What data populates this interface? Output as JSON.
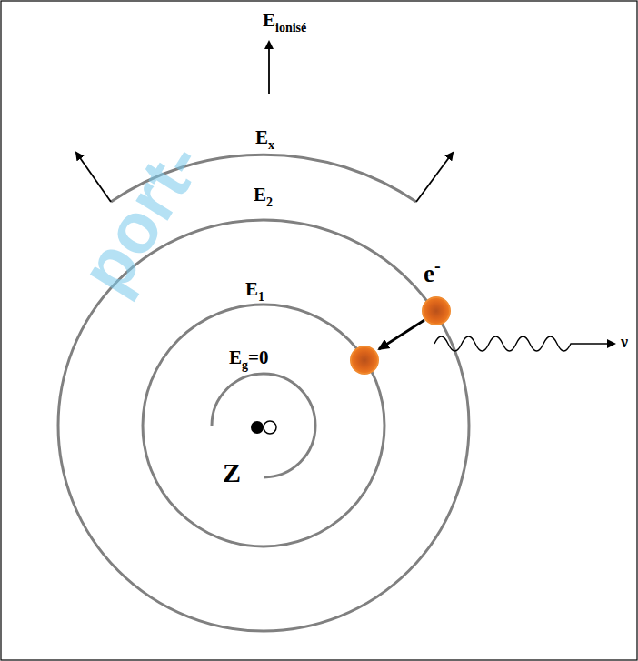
{
  "diagram": {
    "labels": [
      "port-",
      "E",
      "ionisé",
      "E",
      "x",
      "E",
      "2",
      "E",
      "1",
      "E",
      "g",
      "=0",
      "e",
      "-",
      "Z",
      "ν"
    ]
  }
}
